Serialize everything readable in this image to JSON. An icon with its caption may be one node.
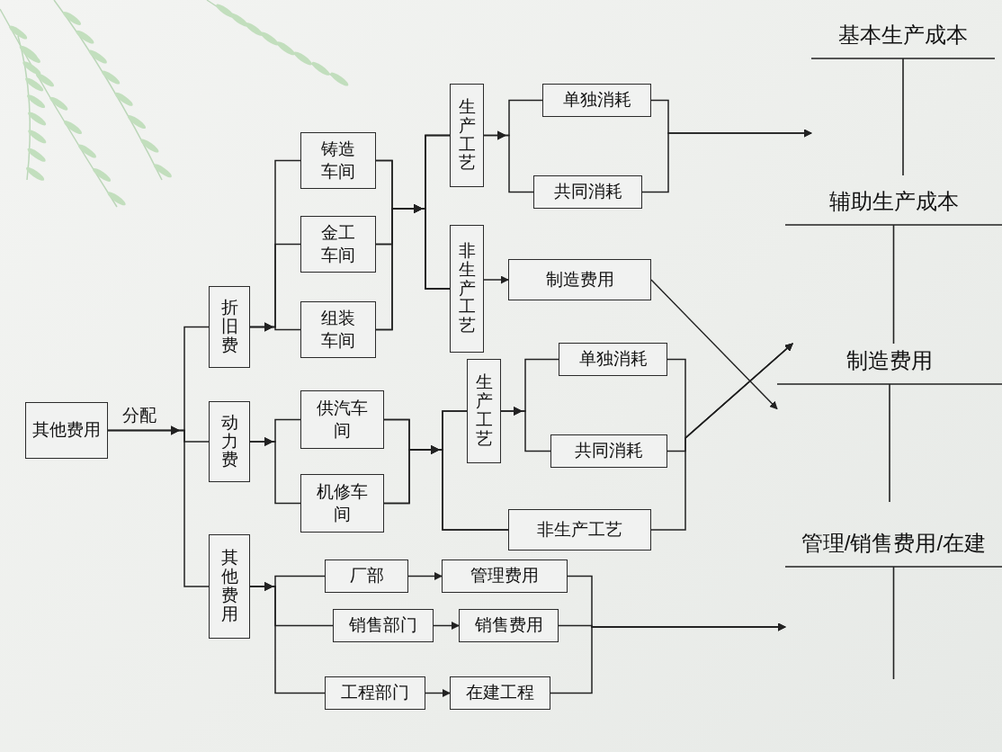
{
  "diagram": {
    "nodes": [
      {
        "text": [
          "其他费用"
        ]
      },
      {
        "text": [
          "折旧费"
        ]
      },
      {
        "text": [
          "动力费"
        ]
      },
      {
        "text": [
          "其他费用"
        ]
      },
      {
        "text": [
          "铸造车间"
        ]
      },
      {
        "text": [
          "金工车间"
        ]
      },
      {
        "text": [
          "组装车间"
        ]
      },
      {
        "text": [
          "生产工艺"
        ]
      },
      {
        "text": [
          "非生产工艺"
        ]
      },
      {
        "text": [
          "单独消耗"
        ]
      },
      {
        "text": [
          "共同消耗"
        ]
      },
      {
        "text": [
          "制造费用"
        ]
      },
      {
        "text": [
          "供汽车间"
        ]
      },
      {
        "text": [
          "机修车间"
        ]
      },
      {
        "text": [
          "生产工艺"
        ]
      },
      {
        "text": [
          "单独消耗"
        ]
      },
      {
        "text": [
          "共同消耗"
        ]
      },
      {
        "text": [
          "非生产工艺"
        ]
      },
      {
        "text": [
          "厂部"
        ]
      },
      {
        "text": [
          "管理费用"
        ]
      },
      {
        "text": [
          "销售部门"
        ]
      },
      {
        "text": [
          "销售费用"
        ]
      },
      {
        "text": [
          "工程部门"
        ]
      },
      {
        "text": [
          "在建工程"
        ]
      },
      {
        "text": [
          "基本生产成本"
        ]
      },
      {
        "text": [
          "辅助生产成本"
        ]
      },
      {
        "text": [
          "制造费用"
        ]
      },
      {
        "text": [
          "管理/销售费用/在建"
        ]
      }
    ],
    "edges": [
      {
        "from": 0,
        "to": 1,
        "arrow": "to"
      },
      {
        "from": 0,
        "to": 2,
        "arrow": "to",
        "label": "分配"
      },
      {
        "from": 0,
        "to": 3,
        "arrow": "to"
      },
      {
        "from": 1,
        "to": 4,
        "arrow": "to"
      },
      {
        "from": 1,
        "to": 5,
        "arrow": "to"
      },
      {
        "from": 1,
        "to": 6,
        "arrow": "to"
      },
      {
        "from": 2,
        "to": 12,
        "arrow": "to"
      },
      {
        "from": 2,
        "to": 13,
        "arrow": "to"
      },
      {
        "from": 3,
        "to": 18,
        "arrow": "to"
      },
      {
        "from": 3,
        "to": 20,
        "arrow": "to"
      },
      {
        "from": 3,
        "to": 22,
        "arrow": "to"
      },
      {
        "from": 4,
        "to": 7,
        "arrow": "to"
      },
      {
        "from": 4,
        "to": 8,
        "arrow": "to"
      },
      {
        "from": 5,
        "to": 7,
        "arrow": "to"
      },
      {
        "from": 5,
        "to": 8,
        "arrow": "to"
      },
      {
        "from": 6,
        "to": 7,
        "arrow": "to"
      },
      {
        "from": 6,
        "to": 8,
        "arrow": "to"
      },
      {
        "from": 7,
        "to": 9,
        "arrow": "to"
      },
      {
        "from": 7,
        "to": 10,
        "arrow": "to"
      },
      {
        "from": 8,
        "to": 11,
        "arrow": "to"
      },
      {
        "from": 9,
        "to": 24,
        "arrow": "to"
      },
      {
        "from": 10,
        "to": 24,
        "arrow": "to"
      },
      {
        "from": 11,
        "to": 26,
        "arrow": "to"
      },
      {
        "from": 12,
        "to": 14,
        "arrow": "to"
      },
      {
        "from": 12,
        "to": 17,
        "arrow": "to"
      },
      {
        "from": 13,
        "to": 14,
        "arrow": "to"
      },
      {
        "from": 13,
        "to": 17,
        "arrow": "to"
      },
      {
        "from": 14,
        "to": 15,
        "arrow": "to"
      },
      {
        "from": 14,
        "to": 16,
        "arrow": "to"
      },
      {
        "from": 15,
        "to": 25,
        "arrow": "to"
      },
      {
        "from": 16,
        "to": 25,
        "arrow": "to"
      },
      {
        "from": 17,
        "to": 25,
        "arrow": "to"
      },
      {
        "from": 18,
        "to": 19,
        "arrow": "to"
      },
      {
        "from": 20,
        "to": 21,
        "arrow": "to"
      },
      {
        "from": 22,
        "to": 23,
        "arrow": "to"
      },
      {
        "from": 19,
        "to": 27,
        "arrow": "to"
      },
      {
        "from": 21,
        "to": 27,
        "arrow": "to"
      },
      {
        "from": 23,
        "to": 27,
        "arrow": "to"
      }
    ]
  }
}
